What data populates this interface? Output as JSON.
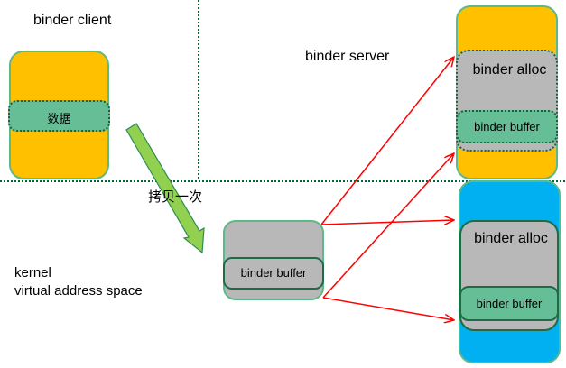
{
  "regions": {
    "client_label": "binder client",
    "server_label": "binder server",
    "kernel_label_line1": "kernel",
    "kernel_label_line2": "virtual address space"
  },
  "client": {
    "data_label": "数据"
  },
  "copy_arrow": {
    "label": "拷贝一次"
  },
  "kernel_buffer": {
    "label": "binder buffer"
  },
  "server_user": {
    "alloc_label": "binder alloc",
    "buffer_label": "binder buffer"
  },
  "server_kernel": {
    "alloc_label": "binder alloc",
    "buffer_label": "binder buffer"
  },
  "colors": {
    "client_fill": "#FFC000",
    "data_fill": "#66BE96",
    "gray_fill": "#B8B8B8",
    "kernel_space_fill": "#00B0F0",
    "copy_arrow_fill": "#92D050",
    "mapping_arrow": "#FF0000",
    "divider": "#006633"
  }
}
